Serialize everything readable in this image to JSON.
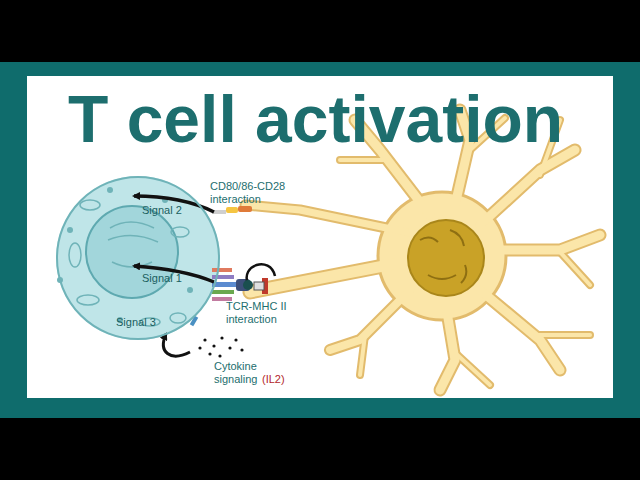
{
  "diagram": {
    "title": "T cell activation",
    "nodes": [
      {
        "text": [
          "Signal 2",
          "Signal 1",
          "Signal 3"
        ]
      }
    ],
    "labels": [
      "CD80/86-CD28 interaction",
      "TCR-MHC II interaction",
      "Cytokine signaling",
      "(IL2)"
    ]
  }
}
